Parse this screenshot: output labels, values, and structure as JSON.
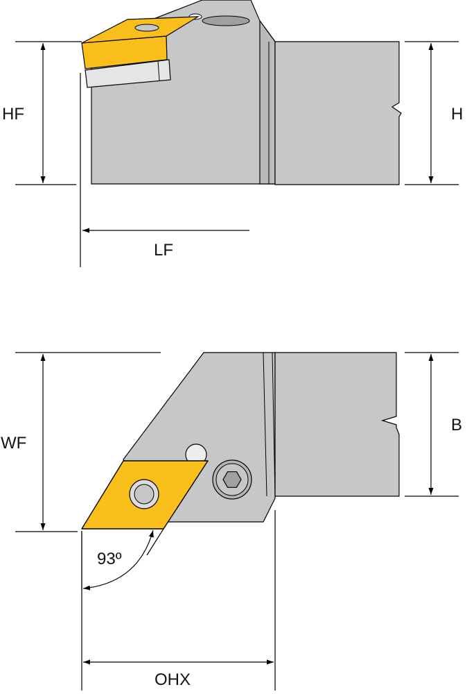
{
  "labels": {
    "hf": "HF",
    "h": "H",
    "lf": "LF",
    "wf": "WF",
    "b": "B",
    "angle": "93º",
    "ohx": "OHX"
  },
  "colors": {
    "body_gray": "#c6c7c9",
    "body_dark": "#9fa0a2",
    "insert_yellow": "#fbbf1b",
    "insert_dark": "#e0a400",
    "line": "#000000"
  }
}
